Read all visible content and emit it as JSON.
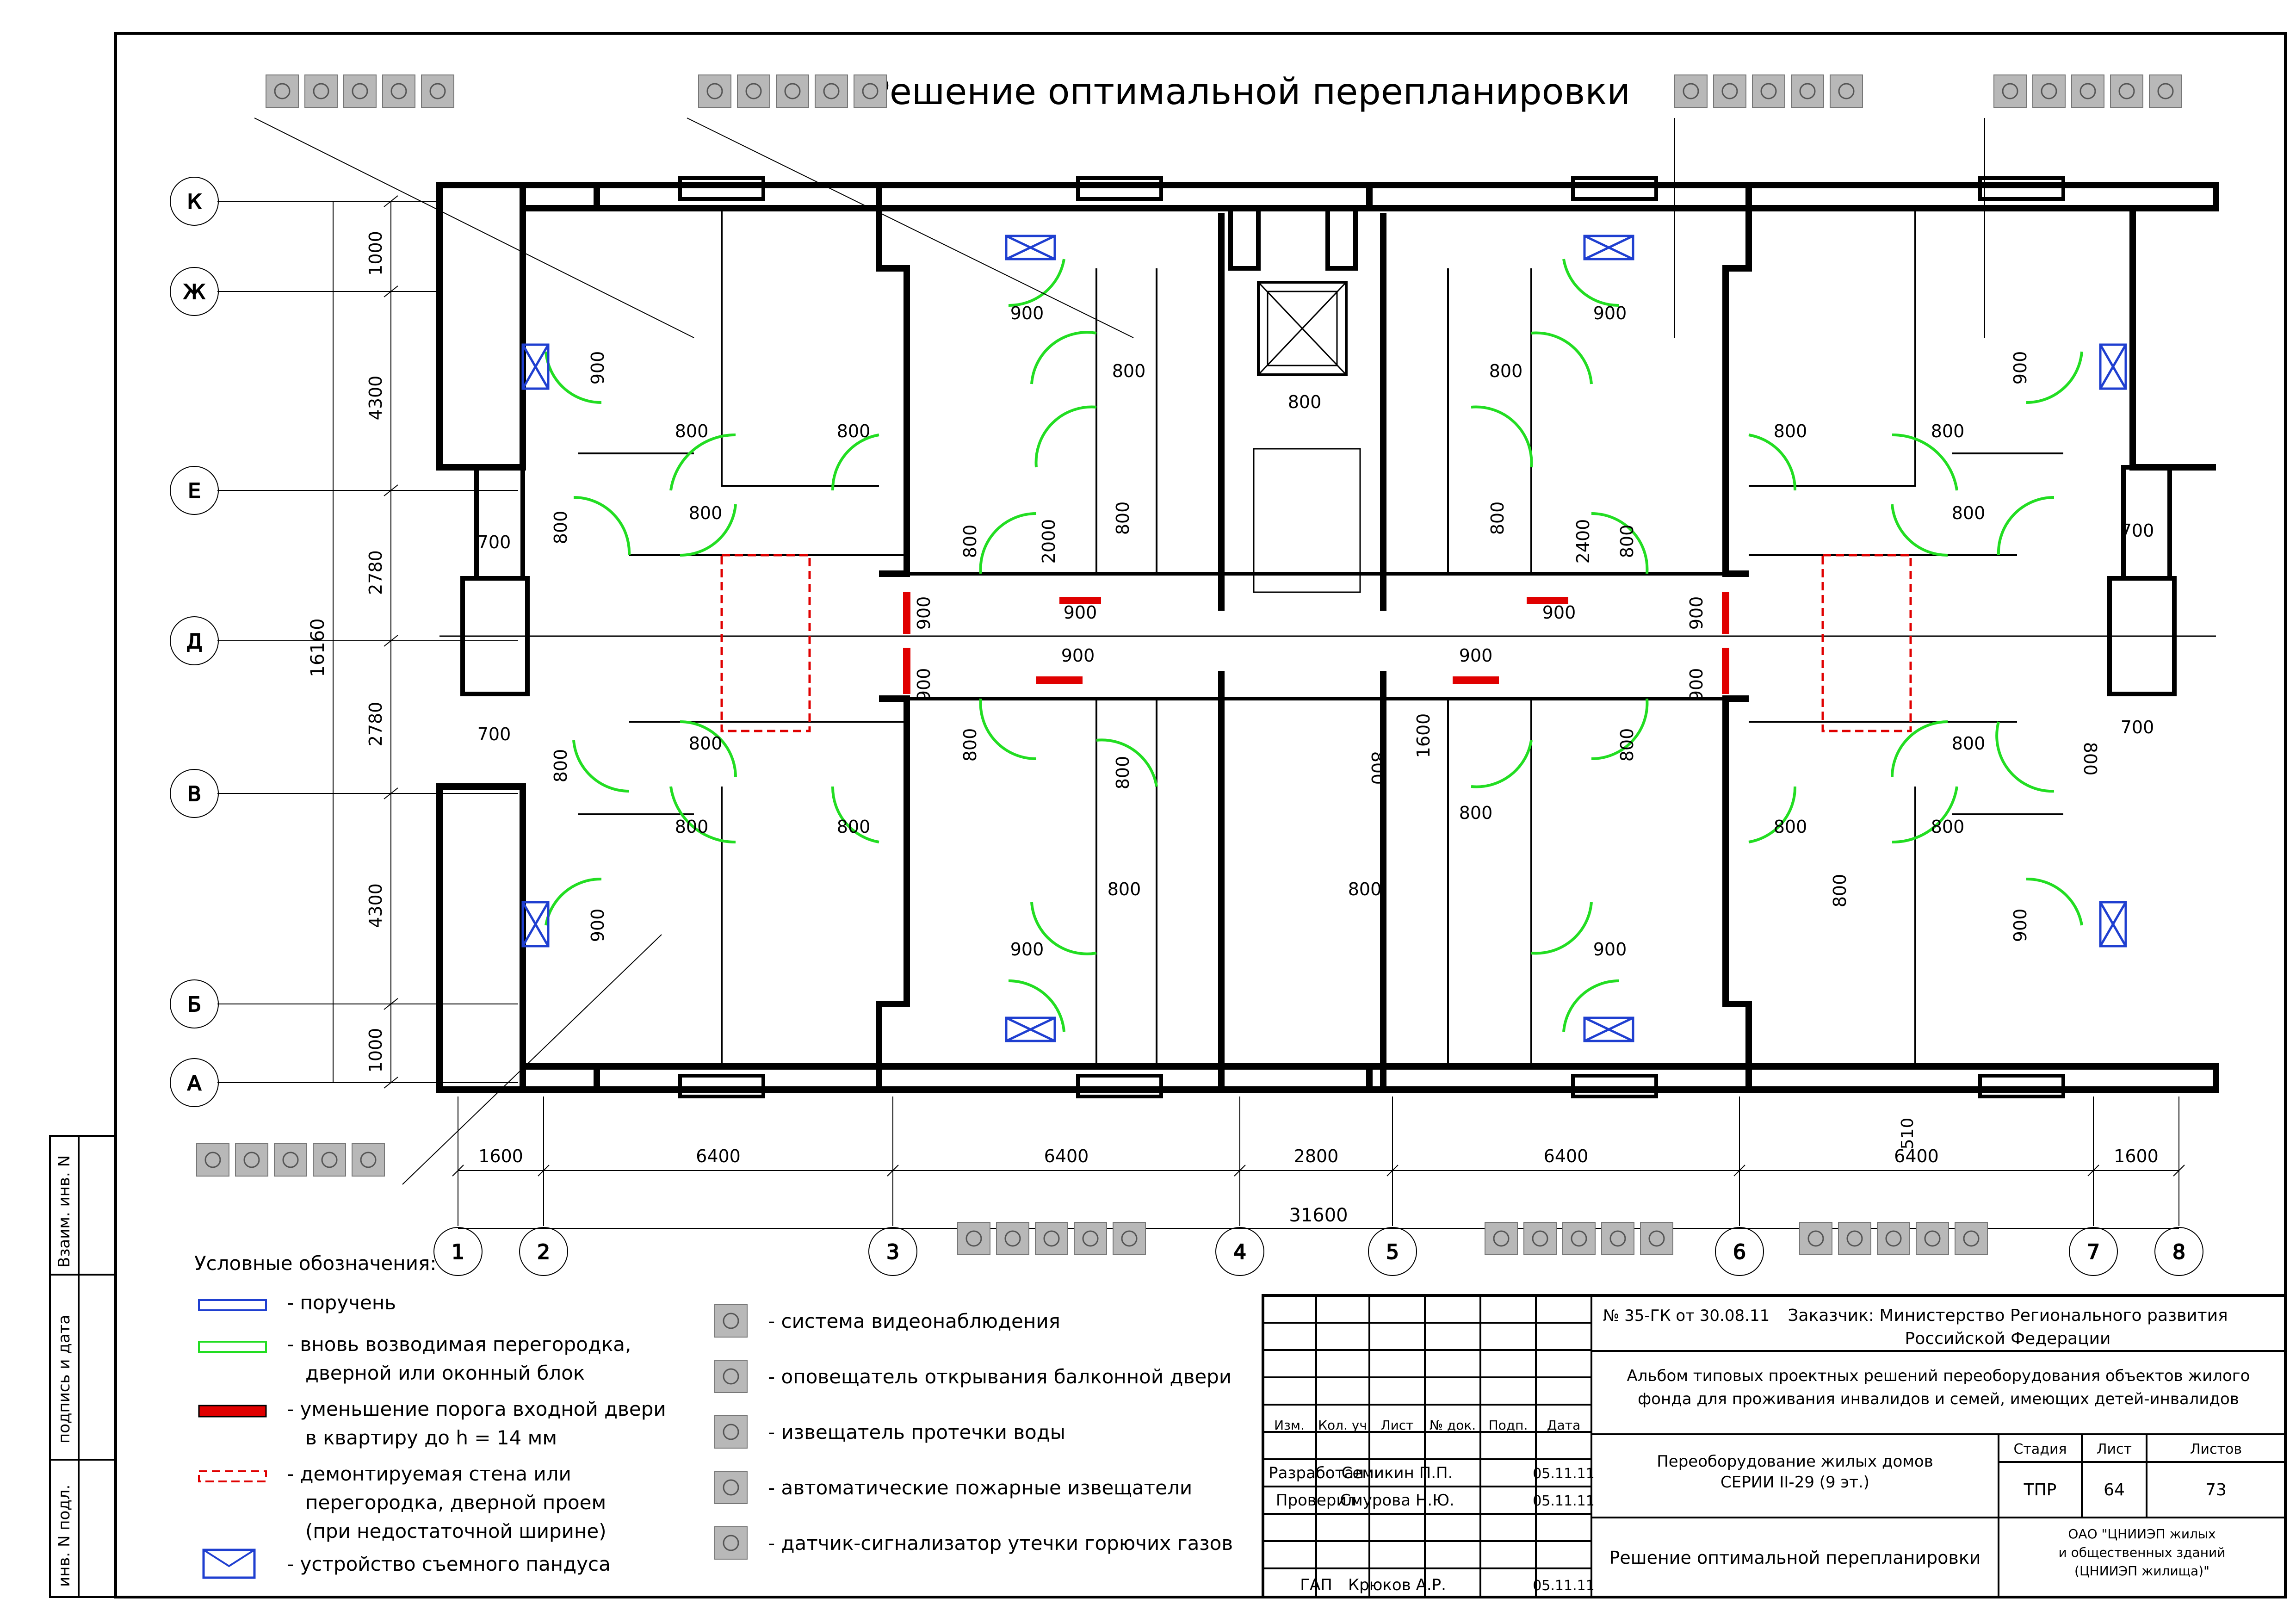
{
  "title": "Решение оптимальной перепланировки",
  "row_axes": [
    "К",
    "Ж",
    "Е",
    "Д",
    "В",
    "Б",
    "А"
  ],
  "column_axes": [
    "1",
    "2",
    "3",
    "4",
    "5",
    "6",
    "7",
    "8"
  ],
  "dims_vertical": {
    "k_zh": "1000",
    "zh_e": "4300",
    "e_d": "2780",
    "d_v": "2780",
    "v_b": "4300",
    "b_a": "1000",
    "total": "16160"
  },
  "dims_horizontal": {
    "c1_2": "1600",
    "c2_3": "6400",
    "c3_4": "6400",
    "c4_5": "2800",
    "c5_6": "6400",
    "c6_7": "6400",
    "c7_8": "1600",
    "total": "31600",
    "offset": "510"
  },
  "door_labels": {
    "d900": "900",
    "d800": "800",
    "d700": "700",
    "d2000": "2000",
    "d2400": "2400",
    "d1600": "1600"
  },
  "legend": {
    "heading": "Условные обозначения:",
    "items": [
      {
        "lines": [
          "- поручень"
        ],
        "color": "#1f3fd0"
      },
      {
        "lines": [
          "- вновь возводимая перегородка,",
          "дверной или оконный блок"
        ],
        "color": "#22dd22"
      },
      {
        "lines": [
          "- уменьшение порога входной двери",
          "в квартиру до h = 14 мм"
        ],
        "color": "#e00000"
      },
      {
        "lines": [
          "- демонтируемая стена или",
          "перегородка, дверной проем",
          "(при недостаточной ширине)"
        ],
        "color": "#e00000"
      },
      {
        "lines": [
          "- устройство съемного пандуса"
        ],
        "color": "#1f3fd0"
      }
    ],
    "devices": [
      {
        "icon": "video-camera-icon",
        "label": "- система видеонаблюдения"
      },
      {
        "icon": "balcony-alarm-icon",
        "label": "- оповещатель открывания балконной двери"
      },
      {
        "icon": "water-leak-icon",
        "label": "- извещатель протечки воды"
      },
      {
        "icon": "fire-detector-icon",
        "label": "- автоматические пожарные извещатели"
      },
      {
        "icon": "gas-sensor-icon",
        "label": "- датчик-сигнализатор утечки горючих газов"
      }
    ]
  },
  "side_stamp": [
    "Взаим. инв. N",
    "подпись и дата",
    "инв. N подл."
  ],
  "title_block": {
    "order": "№ 35-ГК от 30.08.11",
    "customer_line1": "Заказчик: Министерство Регионального развития",
    "customer_line2": "Российской Федерации",
    "album_line1": "Альбом типовых проектных решений переоборудования объектов жилого",
    "album_line2": "фонда для проживания инвалидов и семей, имеющих детей-инвалидов",
    "columns": [
      "Изм.",
      "Кол. уч",
      "Лист",
      "№ док.",
      "Подп.",
      "Дата"
    ],
    "roles": [
      {
        "role": "Разработал",
        "name": "Семикин П.П.",
        "date": "05.11.11"
      },
      {
        "role": "Проверил",
        "name": "Смурова Н.Ю.",
        "date": "05.11.11"
      },
      {
        "role": "ГАП",
        "name": "Крюков А.Р.",
        "date": "05.11.11"
      }
    ],
    "object_line1": "Переоборудование жилых домов",
    "object_line2": "СЕРИИ II-29 (9 эт.)",
    "stage_label": "Стадия",
    "stage": "ТПР",
    "sheet_label": "Лист",
    "sheet": "64",
    "sheets_label": "Листов",
    "sheets": "73",
    "drawing_title": "Решение оптимальной перепланировки",
    "org_line1": "ОАО \"ЦНИИЭП жилых",
    "org_line2": "и общественных зданий",
    "org_line3": "(ЦНИИЭП жилища)\""
  },
  "colors": {
    "green": "#22dd22",
    "red": "#e00000",
    "blue": "#1f3fd0",
    "wall": "#000000",
    "icon_bg": "#b8b8b8"
  }
}
